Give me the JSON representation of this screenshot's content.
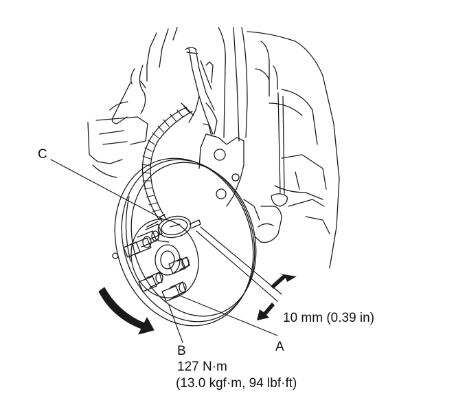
{
  "callouts": {
    "c": "C",
    "a": "A",
    "b": "B"
  },
  "measurement": "10 mm (0.39 in)",
  "torque": {
    "metric": "127 N·m",
    "alternate": "(13.0 kgf·m, 94 lbf·ft)"
  },
  "colors": {
    "line": "#1a1a1a",
    "background": "#ffffff"
  }
}
